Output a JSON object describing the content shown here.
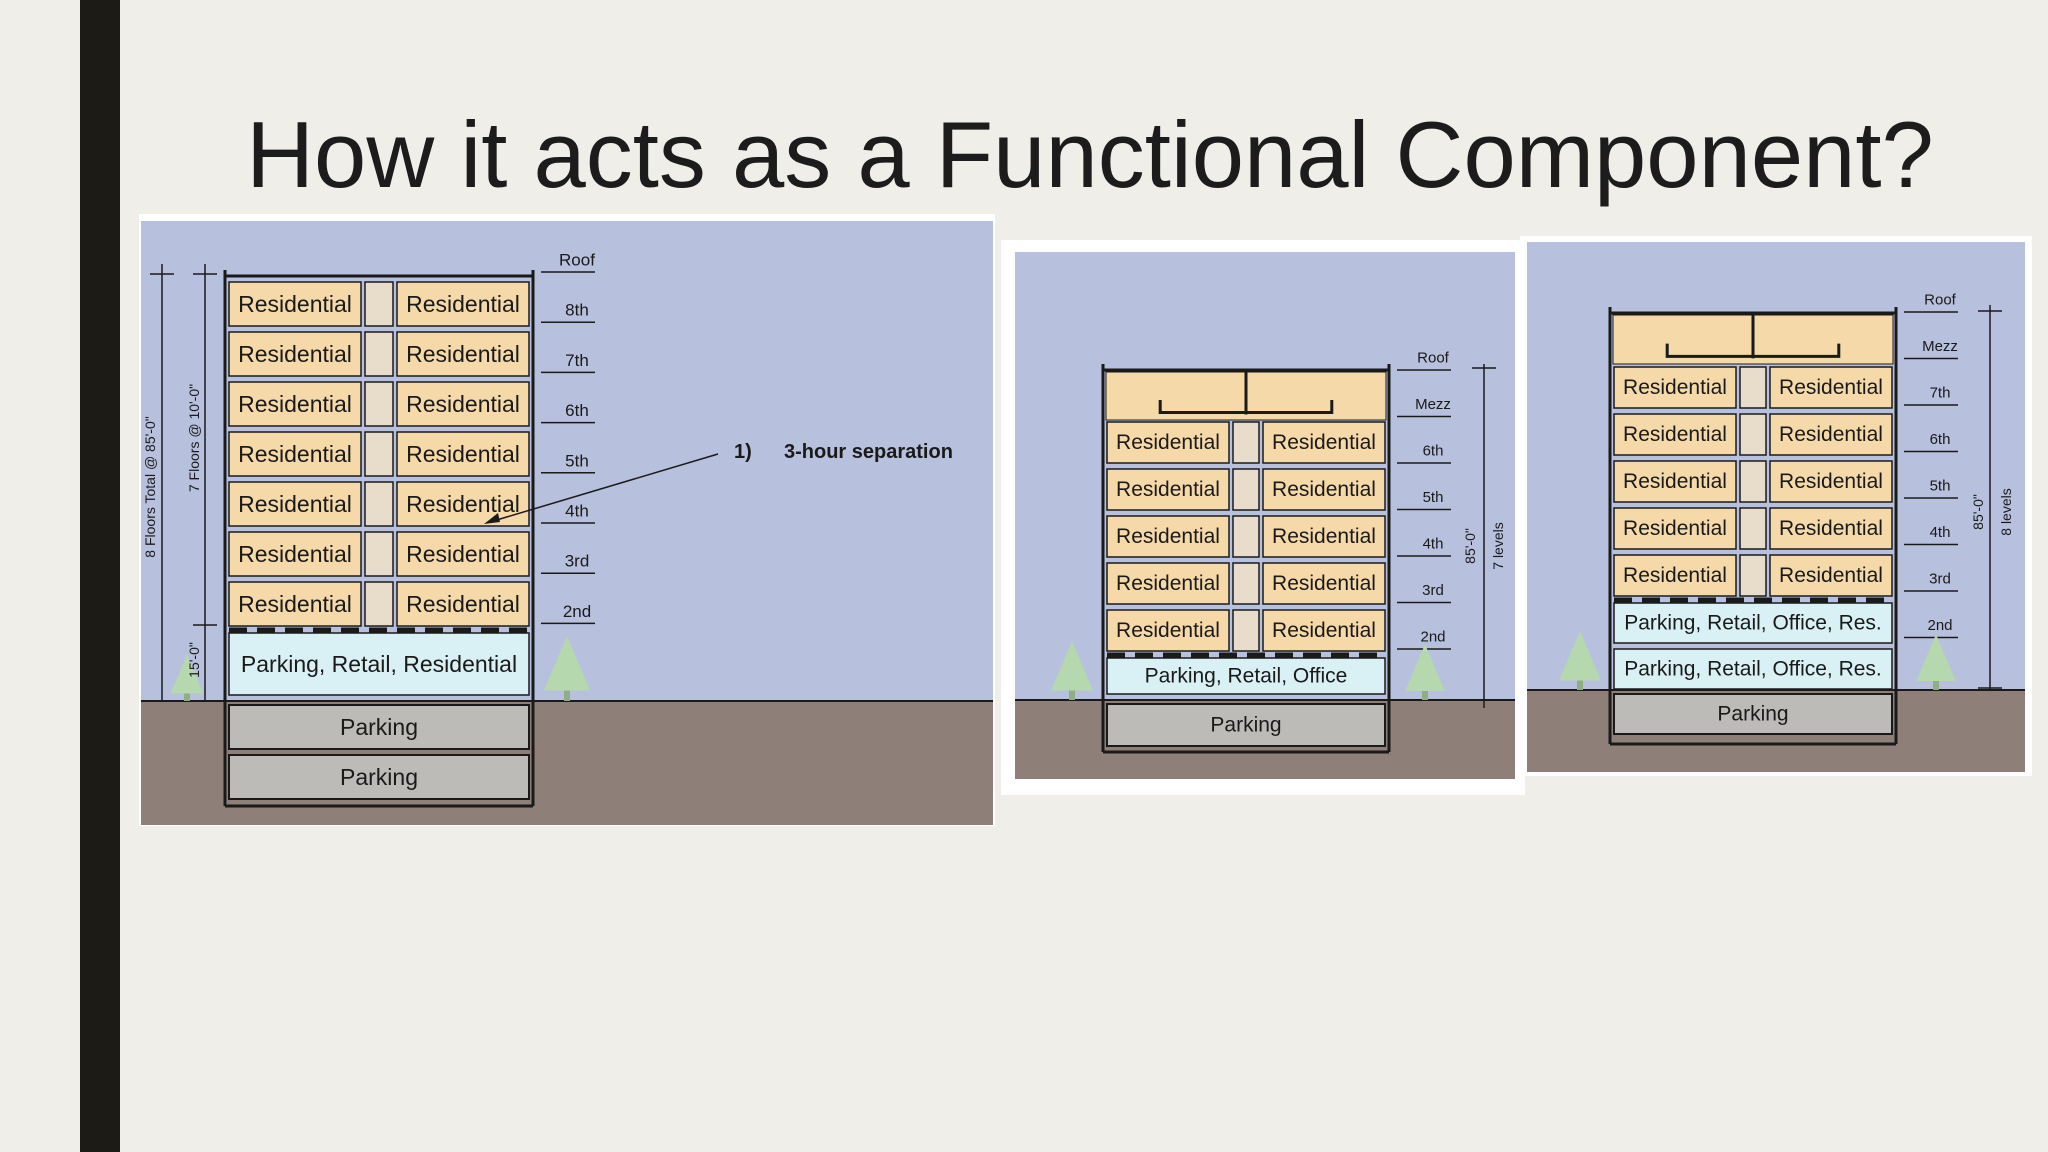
{
  "slide": {
    "title": "How it acts as a Functional Component?"
  },
  "colors": {
    "sky": "#b7c0dc",
    "ground": "#8e8079",
    "residential_fill": "#f5d9a8",
    "commercial_fill": "#d9f1f5",
    "parking_fill": "#bdbbb8",
    "tree": "#b6d8ae",
    "line": "#1a1a1a"
  },
  "diagram1": {
    "annotation_number": "1)",
    "annotation_text": "3-hour separation",
    "dim_total": "8 Floors Total @ 85'-0\"",
    "dim_floors": "7 Floors @ 10'-0\"",
    "dim_ground": "15'-0\"",
    "levels": [
      "Roof",
      "8th",
      "7th",
      "6th",
      "5th",
      "4th",
      "3rd",
      "2nd"
    ],
    "res_label": "Residential",
    "ground_label": "Parking, Retail, Residential",
    "parking_labels": [
      "Parking",
      "Parking"
    ]
  },
  "diagram2": {
    "dim_total": "85'-0\"",
    "dim_levels": "7 levels",
    "levels": [
      "Roof",
      "Mezz",
      "6th",
      "5th",
      "4th",
      "3rd",
      "2nd"
    ],
    "res_label": "Residential",
    "ground_label": "Parking, Retail, Office",
    "parking_labels": [
      "Parking"
    ]
  },
  "diagram3": {
    "dim_total": "85'-0\"",
    "dim_levels": "8 levels",
    "levels": [
      "Roof",
      "Mezz",
      "7th",
      "6th",
      "5th",
      "4th",
      "3rd",
      "2nd"
    ],
    "res_label": "Residential",
    "ground_labels": [
      "Parking, Retail, Office, Res.",
      "Parking, Retail, Office, Res."
    ],
    "parking_labels": [
      "Parking"
    ]
  }
}
